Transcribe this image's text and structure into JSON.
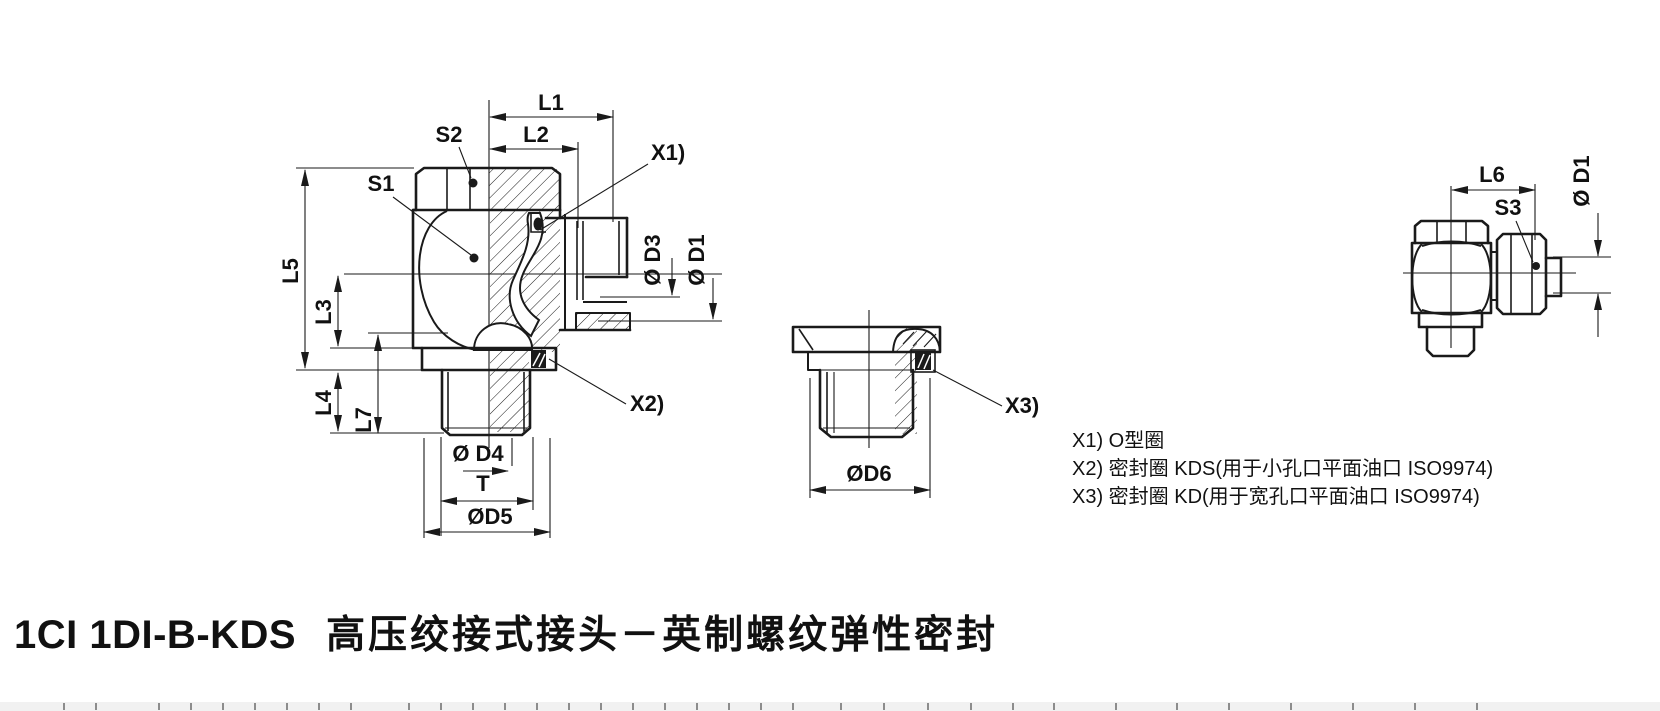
{
  "page": {
    "background": "#ffffff",
    "line_color": "#1a1a1a"
  },
  "labels": {
    "l1": "L1",
    "l2": "L2",
    "s1": "S1",
    "s2": "S2",
    "x1": "X1)",
    "l5": "L5",
    "l3": "L3",
    "l4": "L4",
    "l7": "L7",
    "d3": "Ø D3",
    "d1": "Ø D1",
    "d4": "Ø D4",
    "t": "T",
    "d5": "ØD5",
    "x2": "X2)",
    "d6": "ØD6",
    "x3": "X3)",
    "l6": "L6",
    "s3": "S3"
  },
  "notes": [
    {
      "text": "X1) O型圈"
    },
    {
      "text": "X2) 密封圈 KDS(用于小孔口平面油口 ISO9974)"
    },
    {
      "text": "X3) 密封圈 KD(用于宽孔口平面油口 ISO9974)"
    }
  ],
  "title": {
    "model": "1CI 1DI-B-KDS",
    "name": "高压绞接式接头－英制螺纹弹性密封"
  },
  "table_strip": {
    "background": "#f1f1f1",
    "tick_color": "#8c8c8c",
    "tick_xs": [
      63,
      95,
      158,
      190,
      222,
      254,
      286,
      318,
      350,
      408,
      440,
      472,
      504,
      536,
      568,
      600,
      632,
      664,
      696,
      728,
      760,
      792,
      840,
      883,
      927,
      970,
      1012,
      1053,
      1115,
      1176,
      1228,
      1290,
      1352,
      1414,
      1476
    ]
  }
}
